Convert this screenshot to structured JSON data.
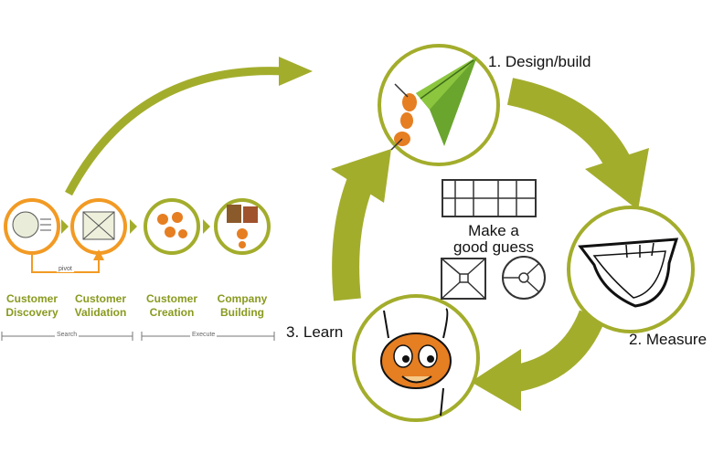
{
  "cycle": {
    "center_text_line1": "Make a",
    "center_text_line2": "good guess",
    "steps": [
      {
        "label": "1. Design/build",
        "icon": "leaf-ant-icon"
      },
      {
        "label": "2. Measure",
        "icon": "gauge-icon"
      },
      {
        "label": "3. Learn",
        "icon": "cartoon-ant-icon"
      }
    ]
  },
  "customer_dev": {
    "steps": [
      {
        "line1": "Customer",
        "line2": "Discovery"
      },
      {
        "line1": "Customer",
        "line2": "Validation"
      },
      {
        "line1": "Customer",
        "line2": "Creation"
      },
      {
        "line1": "Company",
        "line2": "Building"
      }
    ],
    "pivot_label": "pivot",
    "phase_search": "Search",
    "phase_execute": "Execute"
  },
  "colors": {
    "olive": "#a3ad2c",
    "orange": "#f29a24",
    "step_text": "#8a9a1f"
  }
}
